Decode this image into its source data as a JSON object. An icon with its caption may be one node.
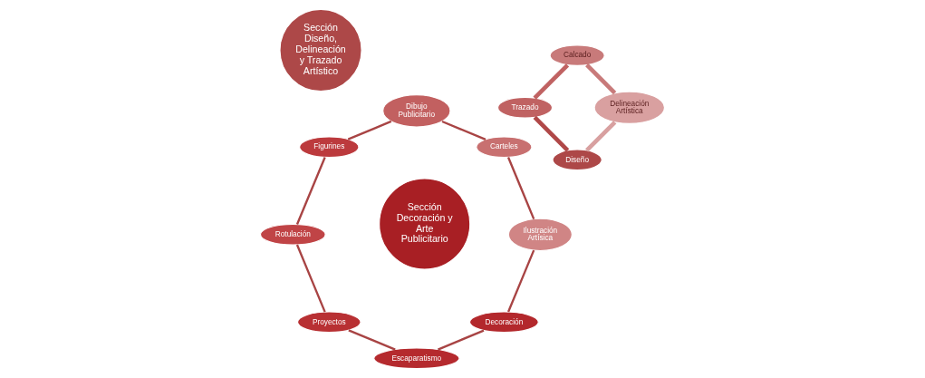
{
  "diagram": {
    "nodes": [
      {
        "text": [
          "Decoración"
        ]
      },
      {
        "text": [
          "Ilustración Artísica"
        ]
      },
      {
        "text": [
          "Escaparatismo"
        ]
      },
      {
        "text": [
          "Carteles"
        ]
      },
      {
        "text": [
          "Sección Decoración y Arte Publicitario"
        ]
      },
      {
        "text": [
          "Proyectos"
        ]
      },
      {
        "text": [
          "Dibujo Publicitario"
        ]
      },
      {
        "text": [
          "Rotulación"
        ]
      },
      {
        "text": [
          "Figurines"
        ]
      },
      {
        "text": [
          "Diseño"
        ]
      },
      {
        "text": [
          "Delineación Artística"
        ]
      },
      {
        "text": [
          "Sección Diseño, Delineación y Trazado Artístico"
        ]
      },
      {
        "text": [
          "Trazado"
        ]
      },
      {
        "text": [
          "Calcado"
        ]
      }
    ],
    "edges": [
      {
        "from": 0,
        "to": 2,
        "arrow": "none"
      },
      {
        "from": 2,
        "to": 5,
        "arrow": "none"
      },
      {
        "from": 5,
        "to": 7,
        "arrow": "none"
      },
      {
        "from": 7,
        "to": 8,
        "arrow": "none"
      },
      {
        "from": 8,
        "to": 6,
        "arrow": "none"
      },
      {
        "from": 6,
        "to": 3,
        "arrow": "none"
      },
      {
        "from": 3,
        "to": 1,
        "arrow": "none"
      },
      {
        "from": 1,
        "to": 0,
        "arrow": "none"
      },
      {
        "from": 9,
        "to": 12,
        "arrow": "none",
        "style": "thick",
        "color": "#b04848"
      },
      {
        "from": 12,
        "to": 13,
        "arrow": "none",
        "style": "thick",
        "color": "#c06262"
      },
      {
        "from": 13,
        "to": 10,
        "arrow": "none",
        "style": "thick",
        "color": "#c87a7a"
      },
      {
        "from": 10,
        "to": 9,
        "arrow": "none",
        "style": "thick",
        "color": "#d8a0a0"
      }
    ]
  }
}
